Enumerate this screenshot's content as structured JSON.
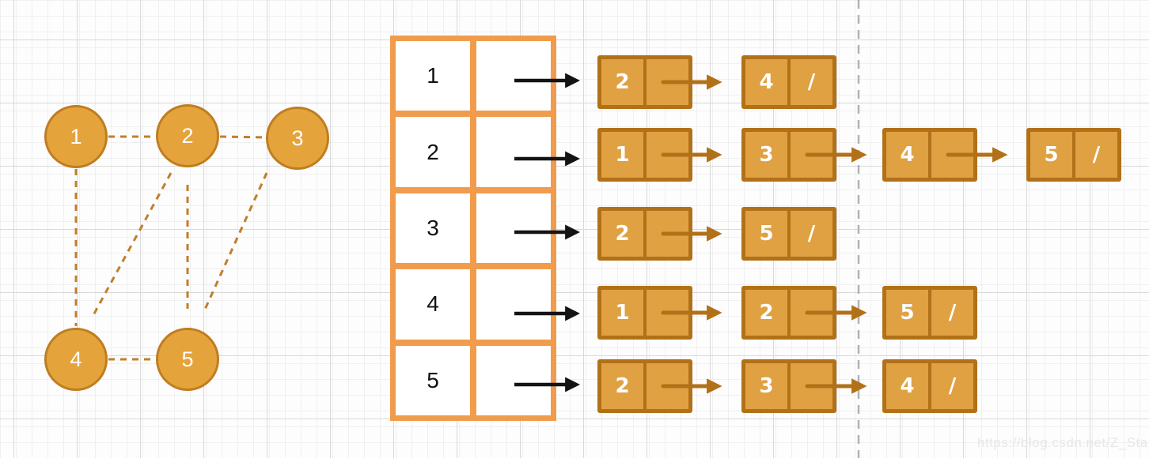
{
  "watermark": {
    "text": "https://blog.csdn.net/Z_Stand"
  },
  "colors": {
    "node_fill": "#E5A33C",
    "node_border": "#BF7D21",
    "edge_dash": "#C17E2B",
    "table_border": "#F19C4D",
    "box_fill": "#E0A143",
    "box_border": "#B27118",
    "arrow_black": "#141414",
    "arrow_brown": "#B27118",
    "separator_dash": "#b3b3b3",
    "grid_minor": "#f0f0f0",
    "grid_major": "#d9d9d9",
    "label_white": "#ffffff",
    "label_black": "#111111"
  },
  "graph": {
    "nodes": [
      "1",
      "2",
      "3",
      "4",
      "5"
    ],
    "edges": [
      [
        "1",
        "2"
      ],
      [
        "2",
        "3"
      ],
      [
        "1",
        "4"
      ],
      [
        "2",
        "4"
      ],
      [
        "2",
        "5"
      ],
      [
        "3",
        "5"
      ],
      [
        "4",
        "5"
      ]
    ]
  },
  "table": {
    "rows": [
      "1",
      "2",
      "3",
      "4",
      "5"
    ]
  },
  "lists": {
    "null_glyph": "/",
    "rows": [
      {
        "vertex": "1",
        "nodes": [
          "2",
          "4"
        ]
      },
      {
        "vertex": "2",
        "nodes": [
          "1",
          "3",
          "4",
          "5"
        ]
      },
      {
        "vertex": "3",
        "nodes": [
          "2",
          "5"
        ]
      },
      {
        "vertex": "4",
        "nodes": [
          "1",
          "2",
          "5"
        ]
      },
      {
        "vertex": "5",
        "nodes": [
          "2",
          "3",
          "4"
        ]
      }
    ]
  }
}
